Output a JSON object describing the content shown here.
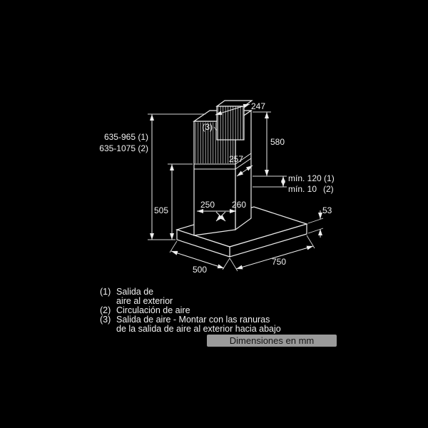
{
  "colors": {
    "background": "#000000",
    "line": "#ededed",
    "text": "#f0f0f0",
    "units_band": "#9a9a9a",
    "units_text": "#141414",
    "hatch": "#c8c8c8"
  },
  "labels": {
    "top_width": "247",
    "outlet_marker": "(3)",
    "height_air_exterior": "635-965 (1)",
    "height_recirculation": "635-1075 (2)",
    "upper_chimney_height": "580",
    "chimney_depth": "257",
    "lower_chimney_height": "505",
    "min_clearance_exterior": "mín. 120 (1)",
    "min_clearance_recirc": "mín. 10",
    "min_clearance_recirc_marker": "(2)",
    "duct_width_250": "250",
    "duct_width_260": "260",
    "canopy_front_height": "53",
    "hood_width": "750",
    "hood_depth": "500"
  },
  "legend": {
    "item1_marker": "(1)",
    "item1_line1": "Salida de",
    "item1_line2": "aire al exterior",
    "item2_marker": "(2)",
    "item2_text": "Circulación de aire",
    "item3_marker": "(3)",
    "item3_line1": "Salida de aire - Montar con las ranuras",
    "item3_line2": "de la salida de aire al exterior hacia abajo",
    "units_note": "Dimensiones en mm"
  }
}
